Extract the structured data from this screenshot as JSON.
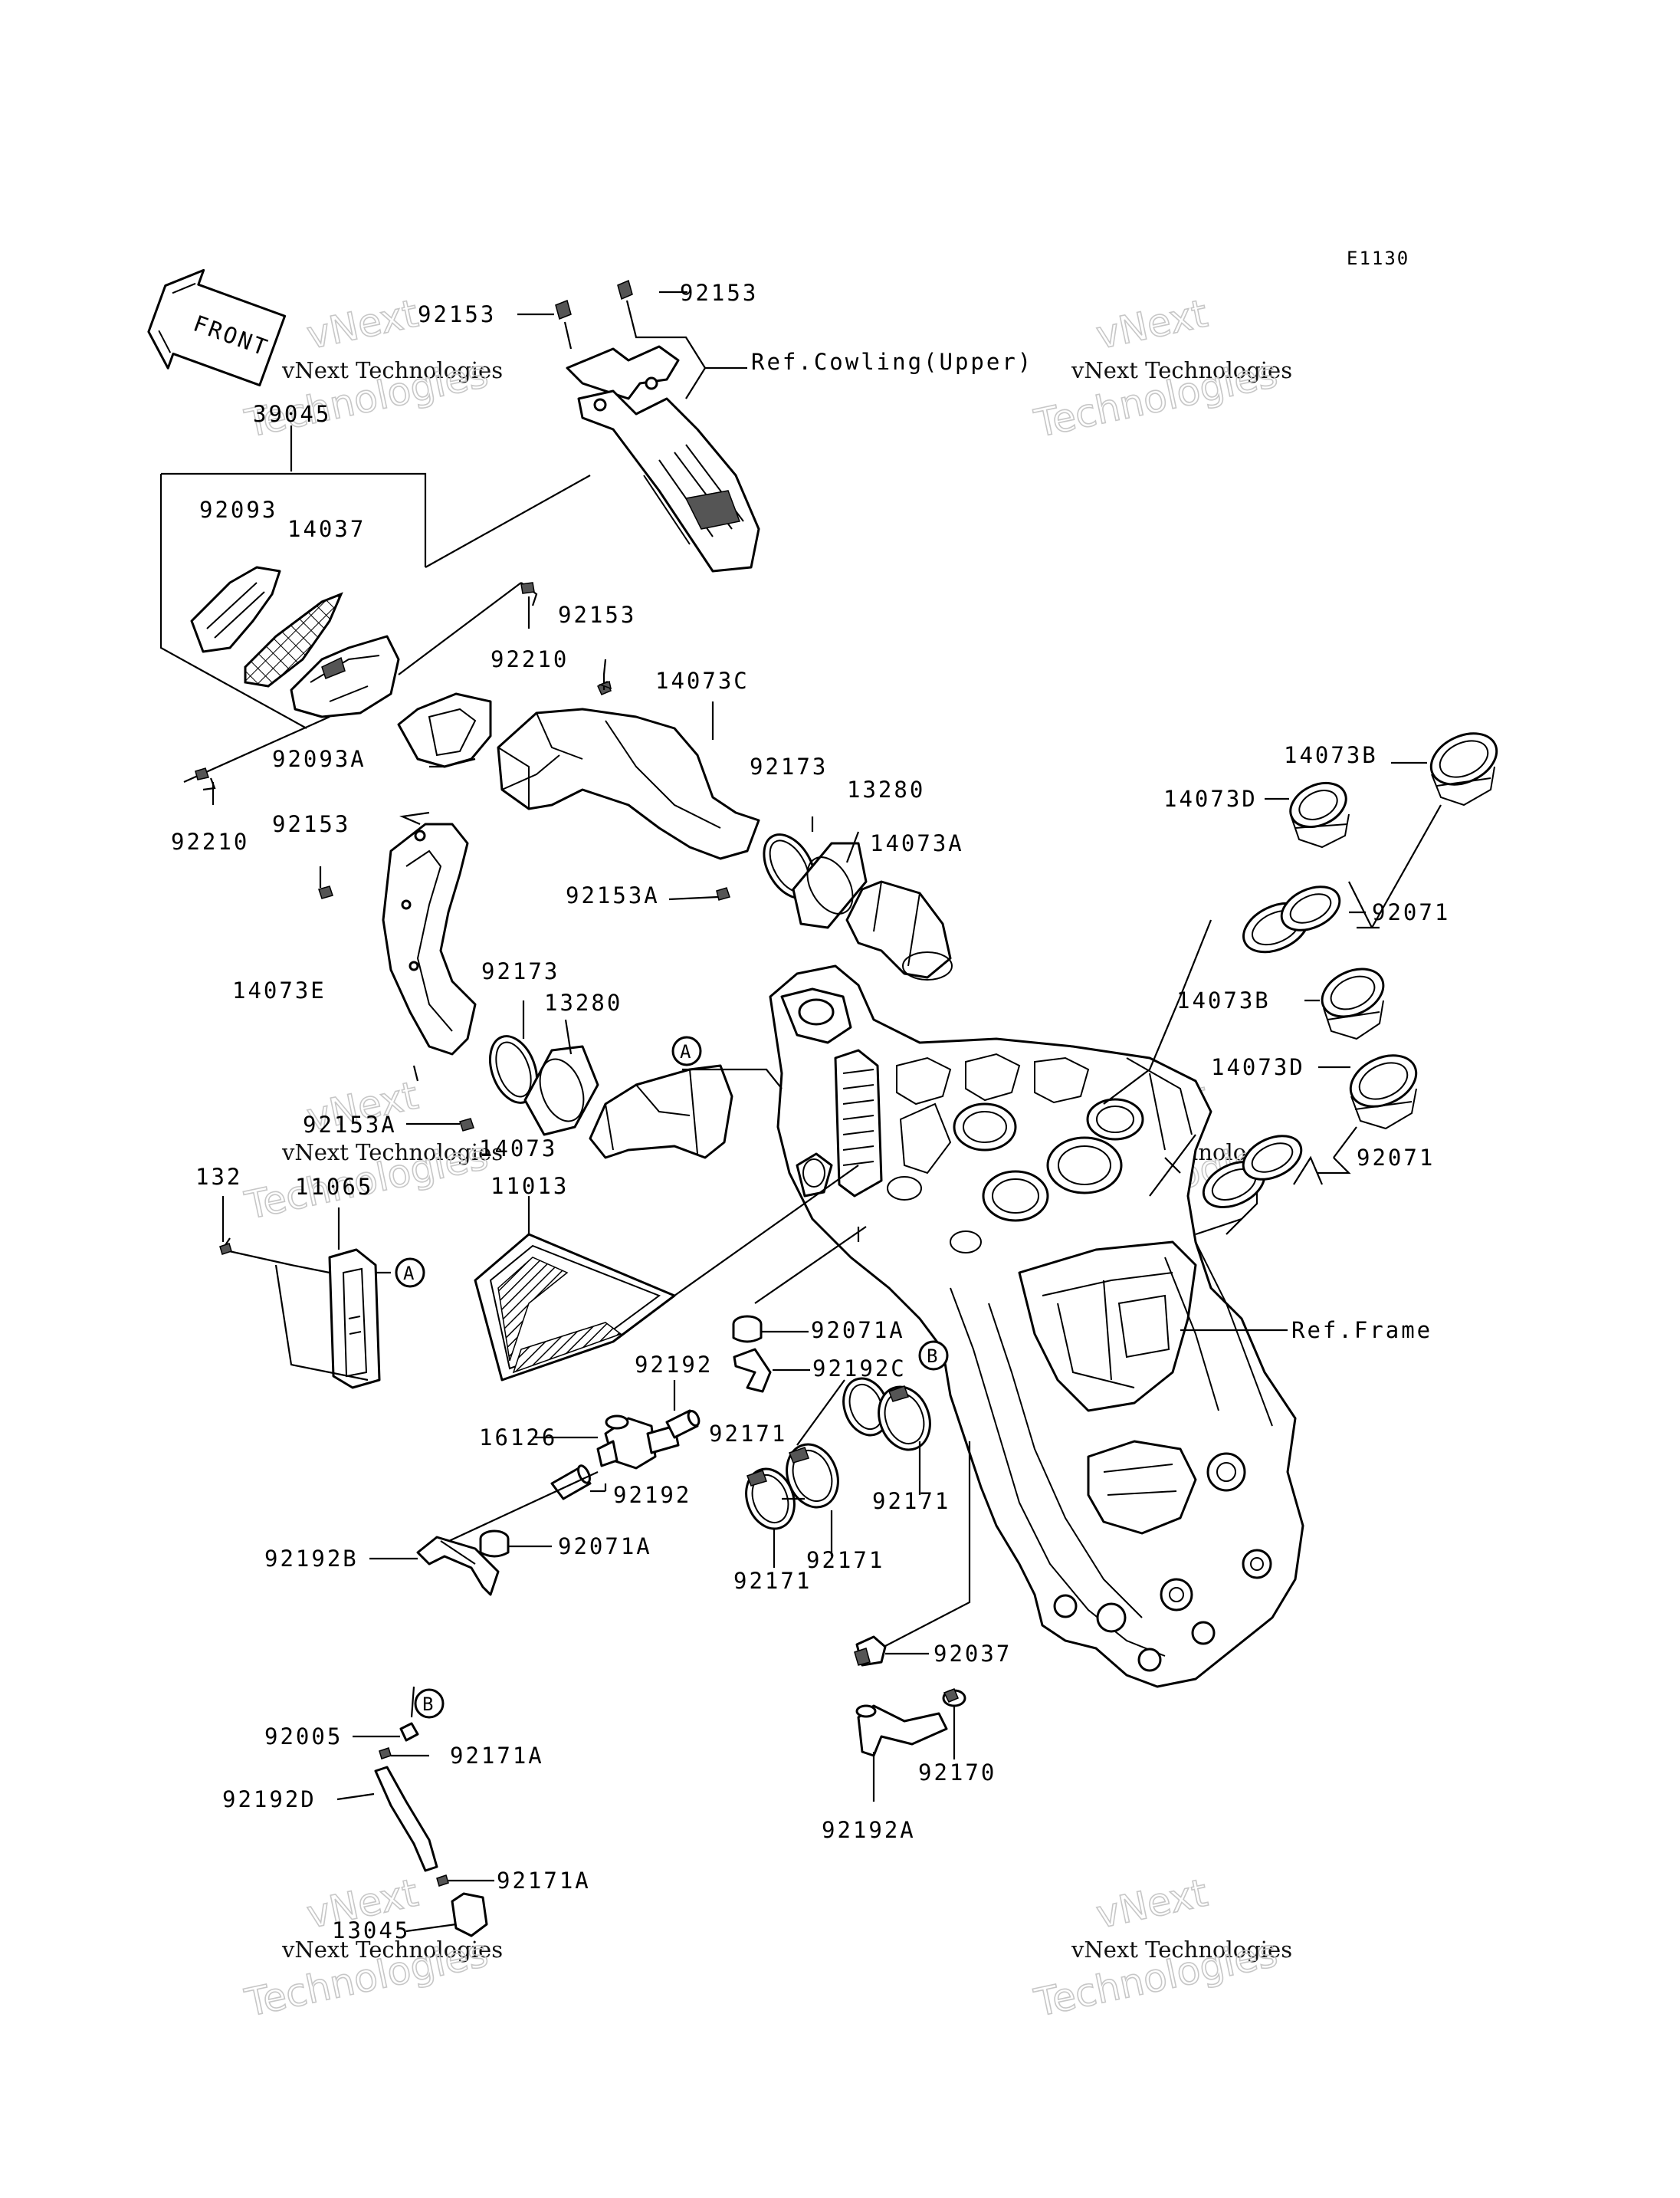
{
  "diagram_code": "E1130",
  "front_label": "FRONT",
  "reference_labels": {
    "cowling_upper": "Ref.Cowling(Upper)",
    "frame": "Ref.Frame"
  },
  "watermark": {
    "small_text": "vNext Technologies",
    "big_text_1": "vNext",
    "big_text_2": "Technologies"
  },
  "callout_markers": [
    "A",
    "B"
  ],
  "part_numbers": {
    "p92153_a": "92153",
    "p92153_b": "92153",
    "p92153_c": "92153",
    "p92153_d": "92153",
    "p39045": "39045",
    "p92093": "92093",
    "p14037": "14037",
    "p92210_a": "92210",
    "p92210_b": "92210",
    "p92093A": "92093A",
    "p14073C": "14073C",
    "p92173_a": "92173",
    "p13280_a": "13280",
    "p14073A": "14073A",
    "p92153A_a": "92153A",
    "p14073E": "14073E",
    "p92173_b": "92173",
    "p13280_b": "13280",
    "p92153A_b": "92153A",
    "p14073": "14073",
    "p132": "132",
    "p11065": "11065",
    "p11013": "11013",
    "p14073B_a": "14073B",
    "p14073D_a": "14073D",
    "p92071_a": "92071",
    "p14073B_b": "14073B",
    "p14073D_b": "14073D",
    "p92071_b": "92071",
    "p92071A_a": "92071A",
    "p92192C": "92192C",
    "p92192_a": "92192",
    "p16126": "16126",
    "p92192_b": "92192",
    "p92192B": "92192B",
    "p92071A_b": "92071A",
    "p92171_a": "92171",
    "p92171_b": "92171",
    "p92171_c": "92171",
    "p92171_d": "92171",
    "p92037": "92037",
    "p92170": "92170",
    "p92192A": "92192A",
    "p92005": "92005",
    "p92171A_a": "92171A",
    "p92192D": "92192D",
    "p92171A_b": "92171A",
    "p13045": "13045"
  }
}
